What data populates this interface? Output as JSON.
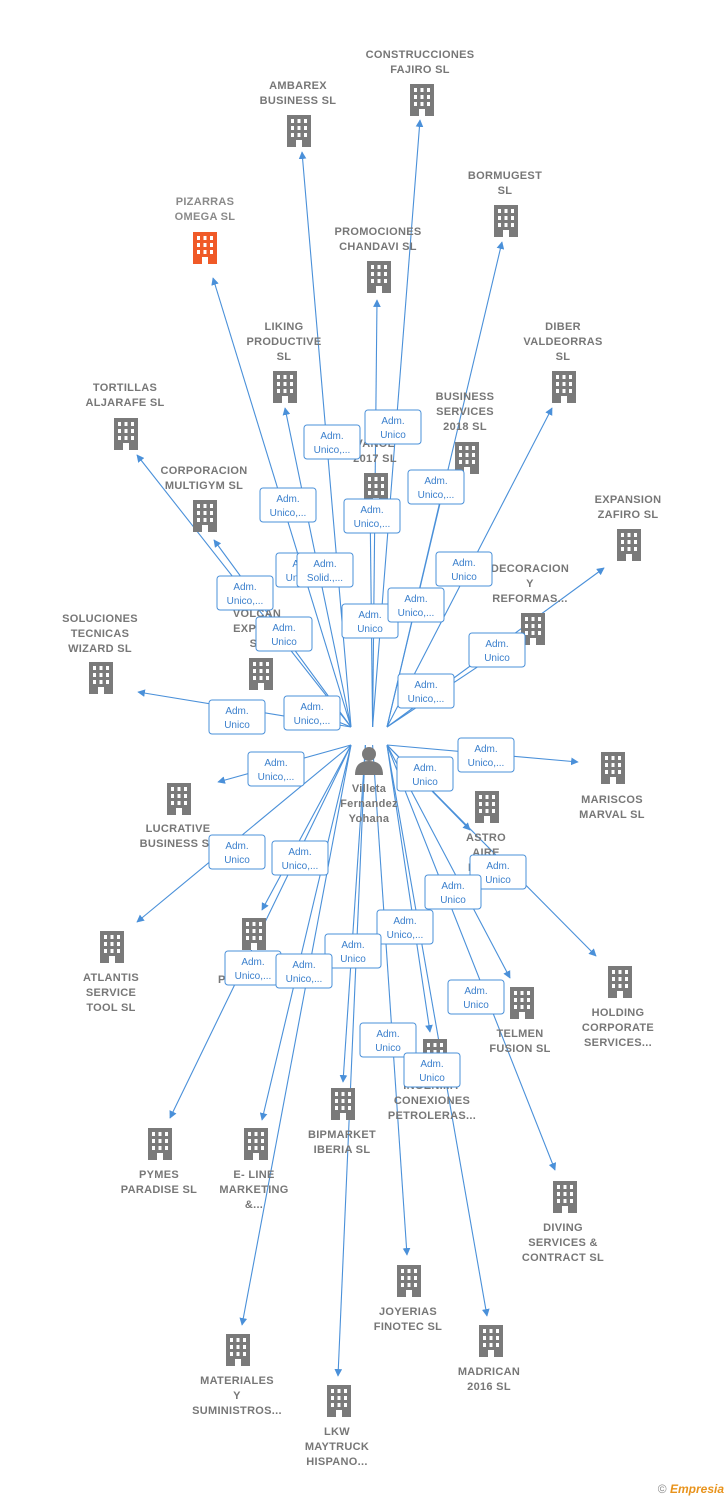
{
  "center": {
    "name_lines": [
      "Villeta",
      "Fernandez",
      "Yohana"
    ]
  },
  "companies": [
    {
      "id": "c1",
      "lines": [
        "CONSTRUCCIONES",
        "FAJIRO  SL"
      ],
      "highlight": false
    },
    {
      "id": "c2",
      "lines": [
        "AMBAREX",
        "BUSINESS  SL"
      ],
      "highlight": false
    },
    {
      "id": "c3",
      "lines": [
        "BORMUGEST",
        "SL"
      ],
      "highlight": false
    },
    {
      "id": "c4",
      "lines": [
        "PIZARRAS",
        "OMEGA  SL"
      ],
      "highlight": true,
      "color": "#f05a28"
    },
    {
      "id": "c5",
      "lines": [
        "PROMOCIONES",
        "CHANDAVI  SL"
      ],
      "highlight": false
    },
    {
      "id": "c6",
      "lines": [
        "LIKING",
        "PRODUCTIVE",
        "SL"
      ],
      "highlight": false
    },
    {
      "id": "c7",
      "lines": [
        "DIBER",
        "VALDEORRAS",
        "SL"
      ],
      "highlight": false
    },
    {
      "id": "c8",
      "lines": [
        "TORTILLAS",
        "ALJARAFE  SL"
      ],
      "highlight": false
    },
    {
      "id": "c9",
      "lines": [
        "BUSINESS",
        "SERVICES",
        "2018  SL"
      ],
      "highlight": false
    },
    {
      "id": "c10",
      "lines": [
        "VANOL",
        "2017  SL"
      ],
      "highlight": false
    },
    {
      "id": "c11",
      "lines": [
        "CORPORACION",
        "MULTIGYM SL"
      ],
      "highlight": false
    },
    {
      "id": "c12",
      "lines": [
        "EXPANSION",
        "ZAFIRO  SL"
      ],
      "highlight": false
    },
    {
      "id": "c13",
      "lines": [
        "DECORACION",
        "Y",
        "REFORMAS..."
      ],
      "highlight": false
    },
    {
      "id": "c14",
      "lines": [
        "SOLUCIONES",
        "TECNICAS",
        "WIZARD  SL"
      ],
      "highlight": false
    },
    {
      "id": "c15",
      "lines": [
        "VOLCAN",
        "EXPLE...",
        "SL"
      ],
      "highlight": false
    },
    {
      "id": "c16",
      "lines": [
        "MARISCOS",
        "MARVAL  SL"
      ],
      "highlight": false
    },
    {
      "id": "c17",
      "lines": [
        "LUCRATIVE",
        "BUSINESS  SL"
      ],
      "highlight": false
    },
    {
      "id": "c18",
      "lines": [
        "ASTRO",
        "AIRE",
        "MAD..."
      ],
      "highlight": false
    },
    {
      "id": "c19",
      "lines": [
        "ATLANTIS",
        "SERVICE",
        "TOOL  SL"
      ],
      "highlight": false
    },
    {
      "id": "c20",
      "lines": [
        "HOLDING",
        "CORPORATE",
        "SERVICES..."
      ],
      "highlight": false
    },
    {
      "id": "c21",
      "lines": [
        "TR...",
        "POCERIAS..."
      ],
      "highlight": false
    },
    {
      "id": "c22",
      "lines": [
        "TELMEN",
        "FUSION  SL"
      ],
      "highlight": false
    },
    {
      "id": "c23",
      "lines": [
        "INGENI...Y",
        "CONEXIONES",
        "PETROLERAS..."
      ],
      "highlight": false
    },
    {
      "id": "c24",
      "lines": [
        "BIPMARKET",
        "IBERIA  SL"
      ],
      "highlight": false
    },
    {
      "id": "c25",
      "lines": [
        "PYMES",
        "PARADISE  SL"
      ],
      "highlight": false
    },
    {
      "id": "c26",
      "lines": [
        "E- LINE",
        "MARKETING",
        "&..."
      ],
      "highlight": false
    },
    {
      "id": "c27",
      "lines": [
        "DIVING",
        "SERVICES &",
        "CONTRACT  SL"
      ],
      "highlight": false
    },
    {
      "id": "c28",
      "lines": [
        "JOYERIAS",
        "FINOTEC  SL"
      ],
      "highlight": false
    },
    {
      "id": "c29",
      "lines": [
        "MADRICAN",
        "2016  SL"
      ],
      "highlight": false
    },
    {
      "id": "c30",
      "lines": [
        "MATERIALES",
        "Y",
        "SUMINISTROS..."
      ],
      "highlight": false
    },
    {
      "id": "c31",
      "lines": [
        "LKW",
        "MAYTRUCK",
        "HISPANO..."
      ],
      "highlight": false
    }
  ],
  "relations": [
    {
      "lines": [
        "Adm.",
        "Unico,..."
      ]
    },
    {
      "lines": [
        "Adm.",
        "Unico"
      ]
    },
    {
      "lines": [
        "Adm.",
        "Unico,..."
      ]
    },
    {
      "lines": [
        "Adm.",
        "Unico,..."
      ]
    },
    {
      "lines": [
        "Adm.",
        "Unico,..."
      ]
    },
    {
      "lines": [
        "Adm.",
        "Solid.,..."
      ]
    },
    {
      "lines": [
        "Adm.",
        "Unico"
      ]
    },
    {
      "lines": [
        "Adm.",
        "Unico,..."
      ]
    },
    {
      "lines": [
        "Adm.",
        "Unico,..."
      ]
    },
    {
      "lines": [
        "Adm.",
        "Unico"
      ]
    },
    {
      "lines": [
        "Adm.",
        "Unico,..."
      ]
    },
    {
      "lines": [
        "Adm.",
        "Unico"
      ]
    },
    {
      "lines": [
        "Adm.",
        "Unico,..."
      ]
    },
    {
      "lines": [
        "Adm.",
        "Unico"
      ]
    },
    {
      "lines": [
        "Adm.",
        "Unico"
      ]
    },
    {
      "lines": [
        "Adm.",
        "Unico,..."
      ]
    },
    {
      "lines": [
        "Adm.",
        "Unico,..."
      ]
    },
    {
      "lines": [
        "Adm.",
        "Unico,..."
      ]
    },
    {
      "lines": [
        "Adm.",
        "Unico"
      ]
    },
    {
      "lines": [
        "Adm.",
        "Unico"
      ]
    },
    {
      "lines": [
        "Adm.",
        "Unico,..."
      ]
    },
    {
      "lines": [
        "Adm.",
        "Unico"
      ]
    },
    {
      "lines": [
        "Adm.",
        "Unico"
      ]
    },
    {
      "lines": [
        "Adm.",
        "Unico,..."
      ]
    },
    {
      "lines": [
        "Adm.",
        "Unico"
      ]
    },
    {
      "lines": [
        "Adm.",
        "Unico,..."
      ]
    },
    {
      "lines": [
        "Adm.",
        "Unico,..."
      ]
    },
    {
      "lines": [
        "Adm.",
        "Unico"
      ]
    },
    {
      "lines": [
        "Adm.",
        "Unico"
      ]
    },
    {
      "lines": [
        "Adm.",
        "Unico"
      ]
    }
  ],
  "brand": {
    "symbol": "©",
    "name": "Empresia"
  },
  "colors": {
    "edge": "#4a90d9",
    "node": "#7a7a7a",
    "highlight": "#f05a28"
  },
  "icons": {
    "company": "building-icon",
    "person": "person-icon"
  }
}
